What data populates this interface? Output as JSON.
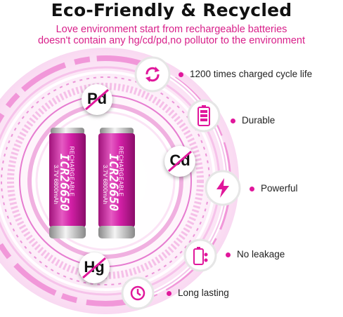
{
  "header": {
    "title": "Eco-Friendly & Recycled",
    "subtitle_line1": "Love environment start from rechargeable batteries",
    "subtitle_line2": "doesn't contain any hg/cd/pd,no pollutor to the environment"
  },
  "badges": {
    "pd": "Pd",
    "cd": "Cd",
    "hg": "Hg"
  },
  "battery": {
    "recharge": "RECHARGEABLE",
    "model": "ICR26650",
    "capacity": "3.7V 6800mAh"
  },
  "features": [
    {
      "label": "1200 times charged cycle life",
      "icon": "recycle-icon"
    },
    {
      "label": "Durable",
      "icon": "battery-level-icon"
    },
    {
      "label": "Powerful",
      "icon": "lightning-icon"
    },
    {
      "label": "No leakage",
      "icon": "battery-no-leak-icon"
    },
    {
      "label": "Long lasting",
      "icon": "long-lasting-icon"
    }
  ],
  "colors": {
    "accent": "#e0179b",
    "title": "#111111",
    "subtitle": "#d8208a",
    "ring": "#f1c8e9"
  }
}
